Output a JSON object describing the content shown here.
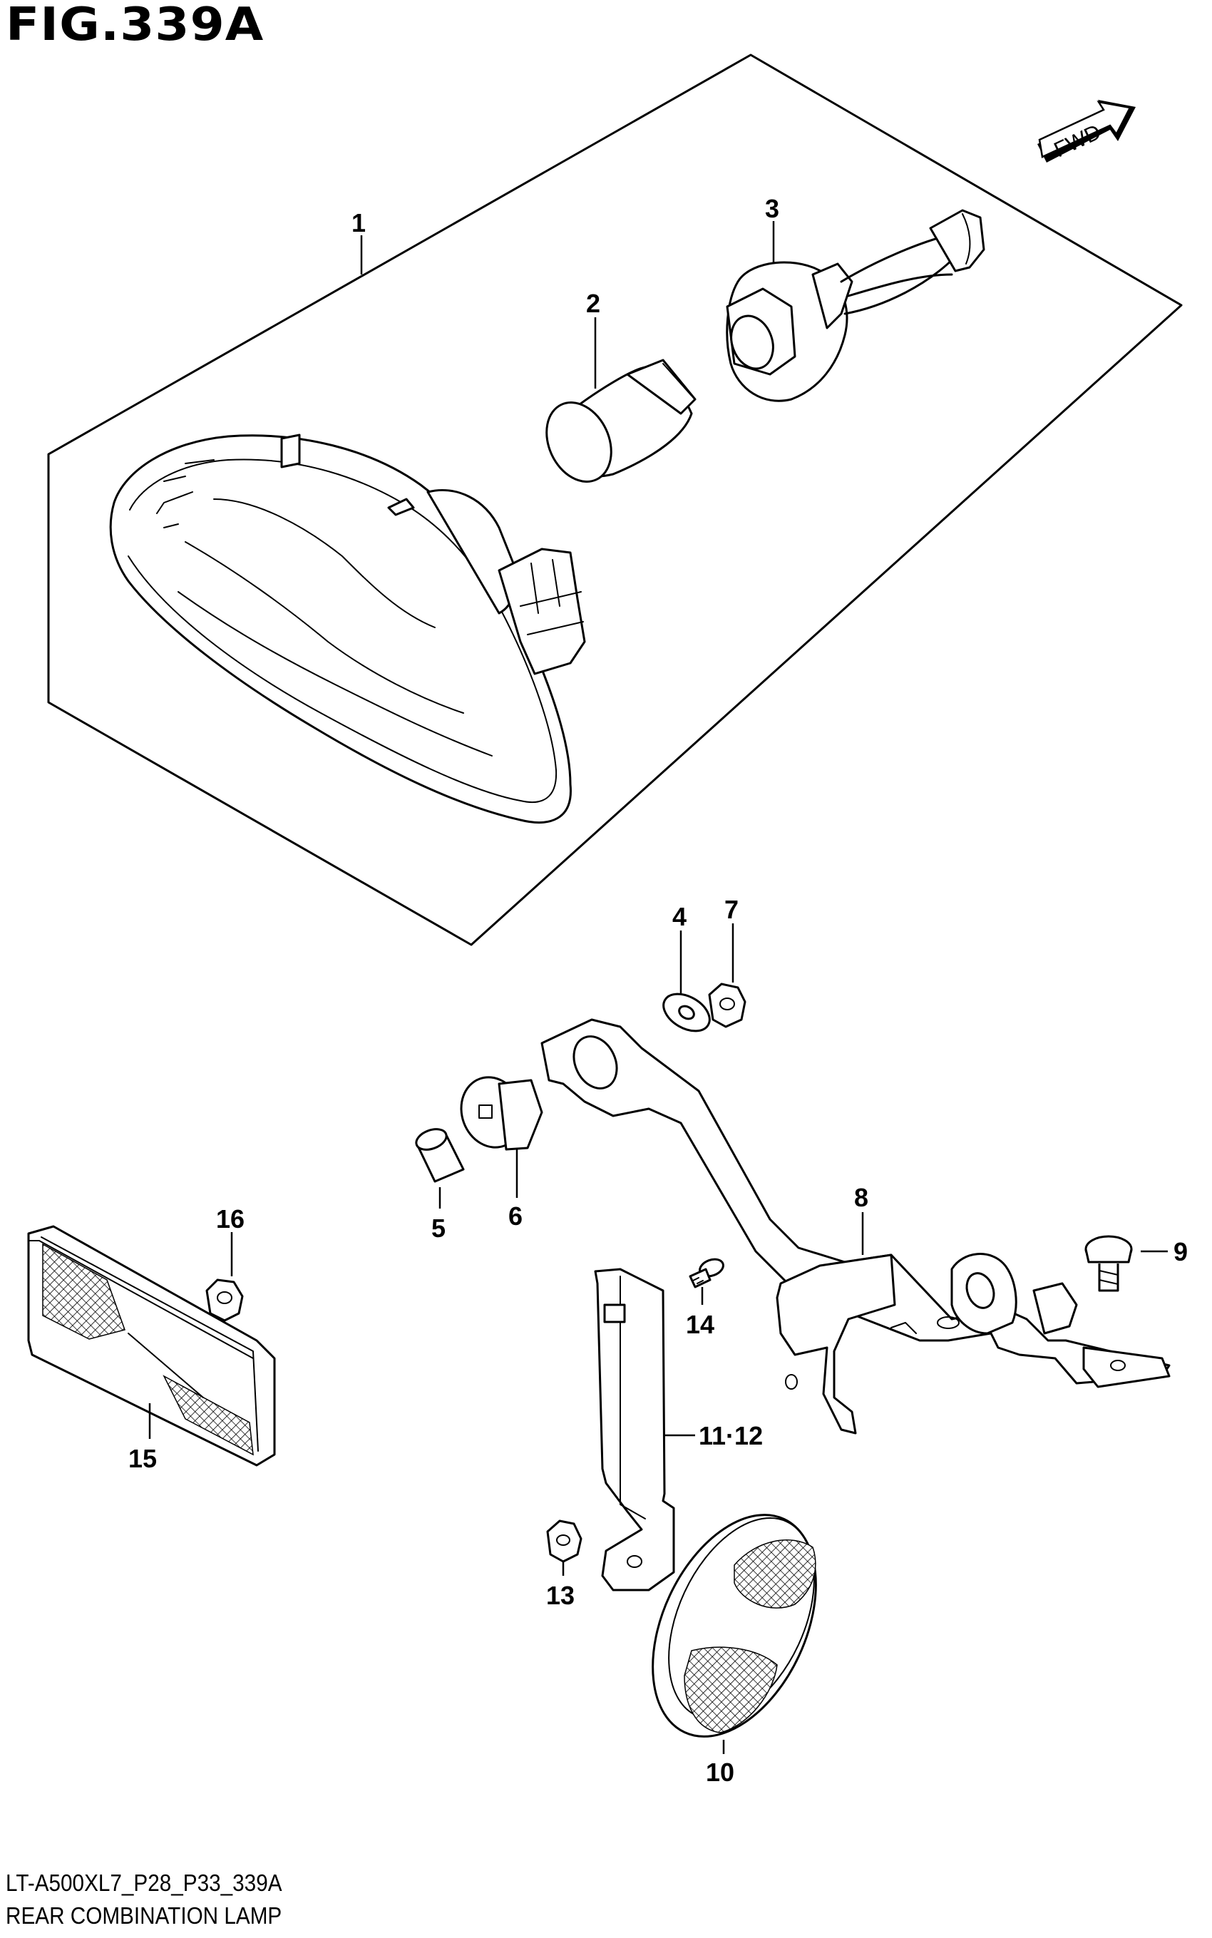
{
  "figure": {
    "title": "FIG.339A",
    "code": "LT-A500XL7_P28_P33_339A",
    "name": "REAR COMBINATION LAMP"
  },
  "fwd_label": "FWD",
  "callouts": [
    {
      "id": "1",
      "label": "1"
    },
    {
      "id": "2",
      "label": "2"
    },
    {
      "id": "3",
      "label": "3"
    },
    {
      "id": "4",
      "label": "4"
    },
    {
      "id": "5",
      "label": "5"
    },
    {
      "id": "6",
      "label": "6"
    },
    {
      "id": "7",
      "label": "7"
    },
    {
      "id": "8",
      "label": "8"
    },
    {
      "id": "9",
      "label": "9"
    },
    {
      "id": "10",
      "label": "10"
    },
    {
      "id": "11",
      "label": "11·12"
    },
    {
      "id": "13",
      "label": "13"
    },
    {
      "id": "14",
      "label": "14"
    },
    {
      "id": "15",
      "label": "15"
    },
    {
      "id": "16",
      "label": "16"
    }
  ]
}
